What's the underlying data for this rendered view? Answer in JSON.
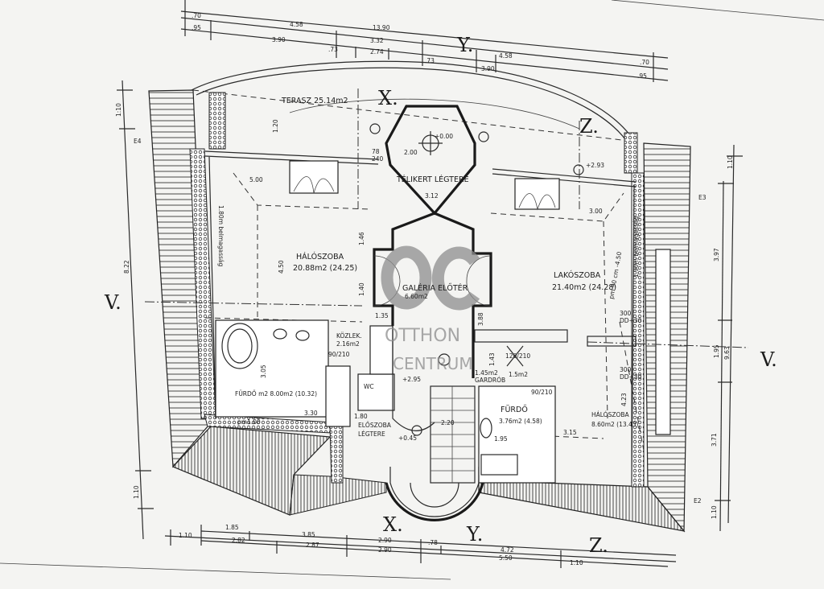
{
  "colors": {
    "paper": "#f4f4f2",
    "ink": "#222222",
    "watermark": "#8d8d8d"
  },
  "watermark": {
    "logo": "OC",
    "line1": "OTTHON",
    "line2": "CENTRUM"
  },
  "sections": {
    "x": "X.",
    "y": "Y.",
    "z": "Z.",
    "v": "V."
  },
  "dims_top": {
    "a": ".70",
    "b": ".95",
    "c": "4.58",
    "d": "3.90",
    "e": ".73",
    "total": "13.90",
    "f": "3.32",
    "g": "2.74",
    "h": ".73",
    "i": "4.58",
    "j": "3.90",
    "k": ".70",
    "l": ".95"
  },
  "dims_bottom": {
    "a": "1.10",
    "b": "1.85",
    "c": "2.82",
    "d": "3.85",
    "e": "2.87",
    "f": "2.90",
    "g": "2.90",
    "h": ".78",
    "i": "4.72",
    "j": "5.50",
    "k": "1.10"
  },
  "dims_left": {
    "top": "1:10",
    "mid": "8.22",
    "bottom": "1.10",
    "mark": "E4"
  },
  "dims_right": {
    "top": "1.10",
    "a": "3.97",
    "b": "1.95",
    "total": "9.63",
    "c": "3.71",
    "bottom": "1.10",
    "mark_top": "E3",
    "mark_bottom": "E2"
  },
  "rooms": {
    "terrace": "TERASZ 25.14m2",
    "winter_garden": "TÉLIKERT LÉGTERE",
    "winter_garden_dim": "3.12",
    "bedroom1_name": "HÁLÓSZOBA",
    "bedroom1_area": "20.88m2 (24.25)",
    "gallery_name": "GALÉRIA ELŐTÉR",
    "gallery_area": "6.60m2",
    "living_name": "LAKÓSZOBA",
    "living_area": "21.40m2 (24.28)",
    "corridor_name": "KÖZLEK.",
    "corridor_area": "2.16m2",
    "bath1": "FÜRDŐ m2 8.00m2 (10.32)",
    "wc": "WC",
    "wardrobe_name": "GARDRÓB",
    "wardrobe_area1": "1.45m2",
    "wardrobe_area2": "1.5m2",
    "bath2_name": "FÜRDŐ",
    "bath2_area": "3.76m2 (4.58)",
    "bedroom2_name": "HÁLÓSZOBA",
    "bedroom2_area": "8.60m2 (13.43)",
    "hall_name": "ELŐSZOBA",
    "hall_sub": "LÉGTERE",
    "height_left": "1.80m belmagasság",
    "height_right": "1.90m belmagasság"
  },
  "levels": {
    "l1": "+0.00",
    "l2": "+2.93",
    "l3": "+2.95",
    "l4": "+0.45"
  },
  "inner_dims": {
    "a": "5.00",
    "b": "3.00",
    "c": "4.50",
    "d": "1.46",
    "e": "1.40",
    "f": "1.35",
    "g": "3.88",
    "h": "3.05",
    "i": "3.30",
    "j": "1.80",
    "k": "2.20",
    "l": "1.95",
    "m": "3.15",
    "n": "4.23",
    "o": "1.43",
    "p": "2.00",
    "q": "1.20",
    "r": "240",
    "s": "78"
  },
  "openings": {
    "d1": "300",
    "d1b": "DD+30",
    "d2": "300",
    "d2b": "DD+30",
    "door1": "120/210",
    "door2": "90/210",
    "door3": "90/210",
    "roof": "pm 90 cm -4.50",
    "bath_tile": "pm1.00"
  }
}
